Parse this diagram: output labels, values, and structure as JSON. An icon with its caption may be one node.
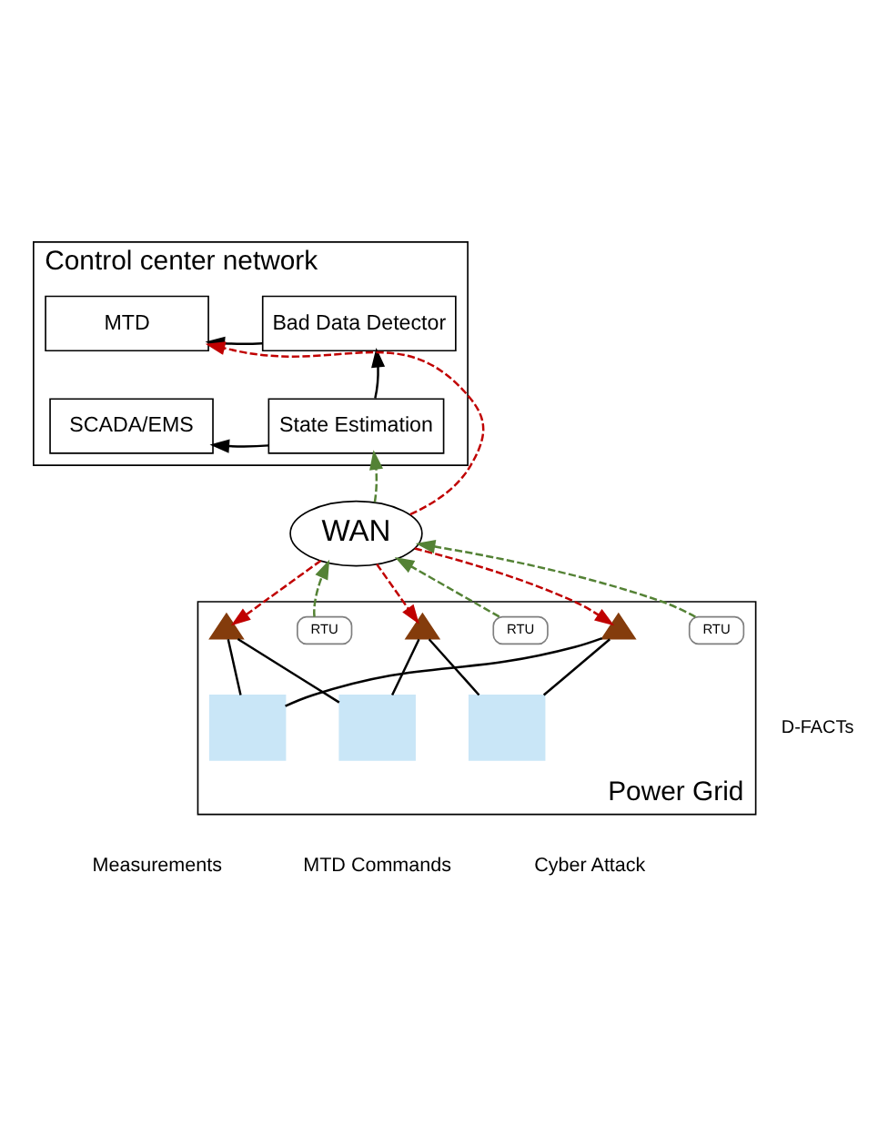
{
  "diagram": {
    "nodes": [
      {
        "text": [
          "Control center network"
        ]
      },
      {
        "text": [
          "MTD"
        ],
        "in": 0
      },
      {
        "text": [
          "Bad Data Detector"
        ],
        "in": 0
      },
      {
        "text": [
          "SCADA/EMS"
        ],
        "in": 0
      },
      {
        "text": [
          "State Estimation"
        ],
        "in": 0
      },
      {
        "text": [
          "WAN"
        ]
      },
      {
        "text": [
          "Power Grid"
        ]
      },
      {
        "text": [
          "RTU"
        ],
        "in": 6
      },
      {
        "text": [
          "RTU"
        ],
        "in": 6
      },
      {
        "text": [
          "RTU"
        ],
        "in": 6
      },
      {
        "text": [],
        "shape": "box",
        "in": 6
      },
      {
        "text": [],
        "shape": "box",
        "in": 6
      },
      {
        "text": [],
        "shape": "box",
        "in": 6
      },
      {
        "text": [],
        "shape": "triangle",
        "in": 6
      },
      {
        "text": [],
        "shape": "triangle",
        "in": 6
      },
      {
        "text": [],
        "shape": "triangle",
        "in": 6
      }
    ],
    "edges": [
      {
        "from": 2,
        "to": 1,
        "arrow": "to"
      },
      {
        "from": 4,
        "to": 2,
        "arrow": "to"
      },
      {
        "from": 4,
        "to": 3,
        "arrow": "to"
      },
      {
        "from": 5,
        "to": 1,
        "arrow": "to",
        "style": "dashed",
        "color": "#c00000"
      },
      {
        "from": 5,
        "to": 4,
        "arrow": "to",
        "style": "dashed",
        "color": "#548235"
      },
      {
        "from": 7,
        "to": 5,
        "arrow": "to",
        "style": "dashed",
        "color": "#548235"
      },
      {
        "from": 8,
        "to": 5,
        "arrow": "to",
        "style": "dashed",
        "color": "#548235"
      },
      {
        "from": 9,
        "to": 5,
        "arrow": "to",
        "style": "dashed",
        "color": "#548235"
      },
      {
        "from": 5,
        "to": 13,
        "arrow": "to",
        "style": "dashed",
        "color": "#c00000"
      },
      {
        "from": 5,
        "to": 14,
        "arrow": "to",
        "style": "dashed",
        "color": "#c00000"
      },
      {
        "from": 5,
        "to": 15,
        "arrow": "to",
        "style": "dashed",
        "color": "#c00000"
      },
      {
        "from": 10,
        "to": 15,
        "arrow": "none"
      },
      {
        "from": 15,
        "to": 12,
        "arrow": "none"
      },
      {
        "from": 10,
        "to": 13,
        "arrow": "none"
      },
      {
        "from": 13,
        "to": 11,
        "arrow": "none"
      },
      {
        "from": 11,
        "to": 14,
        "arrow": "none"
      },
      {
        "from": 14,
        "to": 12,
        "arrow": "none"
      }
    ],
    "labels": [
      "D-FACTs"
    ],
    "legend": [
      {
        "text": "Measurements"
      },
      {
        "text": "MTD Commands"
      },
      {
        "text": "Cyber Attack"
      }
    ]
  }
}
